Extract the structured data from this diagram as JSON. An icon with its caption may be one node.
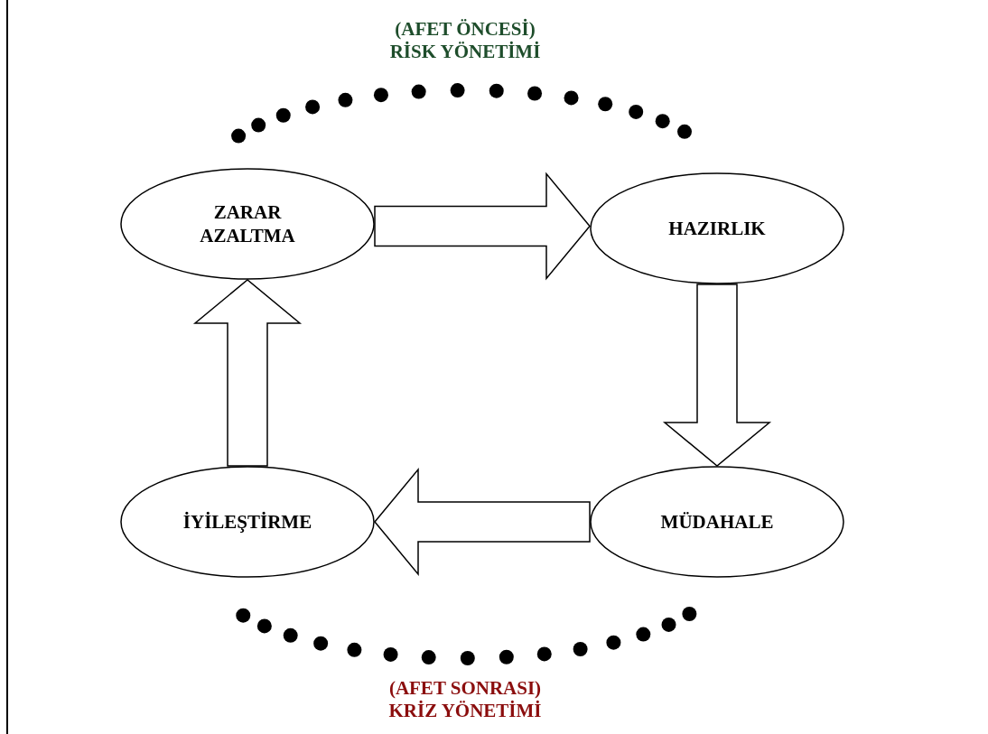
{
  "diagram": {
    "nodes": [
      {
        "text": [
          "ZARAR AZALTMA"
        ]
      },
      {
        "text": [
          "HAZIRLIK"
        ]
      },
      {
        "text": [
          "MÜDAHALE"
        ]
      },
      {
        "text": [
          "İYİLEŞTİRME"
        ]
      }
    ],
    "edges": [
      {
        "from": 0,
        "to": 1,
        "arrow": "to"
      },
      {
        "from": 1,
        "to": 2,
        "arrow": "to"
      },
      {
        "from": 2,
        "to": 3,
        "arrow": "to"
      },
      {
        "from": 3,
        "to": 0,
        "arrow": "to"
      }
    ],
    "labels": [
      "(AFET ÖNCESİ)",
      "RİSK YÖNETİMİ",
      "(AFET SONRASI)",
      "KRİZ YÖNETİMİ"
    ]
  }
}
